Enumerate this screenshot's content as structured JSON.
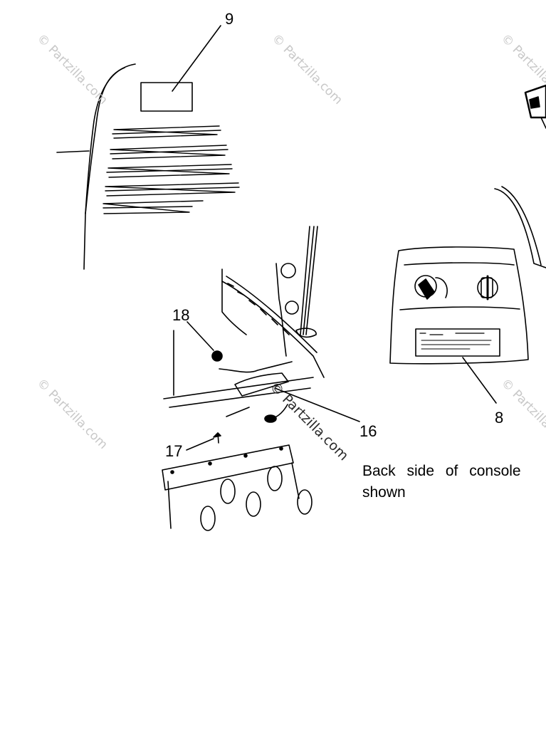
{
  "callouts": {
    "c9": "9",
    "c8": "8",
    "c18": "18",
    "c16": "16",
    "c17": "17"
  },
  "caption": {
    "line1": "Back side of console",
    "line2": "shown"
  },
  "watermarks": {
    "w1": "© Partzilla.com",
    "w2": "© Partzilla.com",
    "w3": "© Partzilla.com",
    "w4": "© Partzilla.com",
    "w5": "© Partzilla.com",
    "w6": "© Partzilla.com"
  }
}
